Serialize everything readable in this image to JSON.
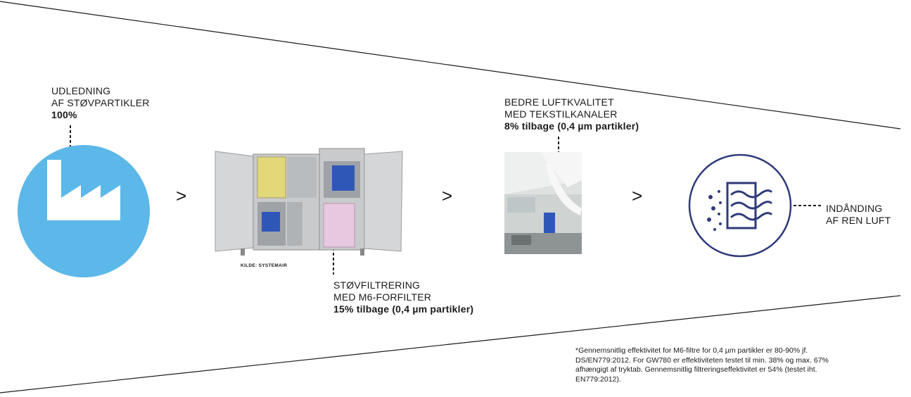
{
  "stages": {
    "emission": {
      "line1": "UDLEDNING",
      "line2": "AF STØVPARTIKLER",
      "value": "100%",
      "icon": "factory-icon"
    },
    "filtration": {
      "line1": "STØVFILTRERING",
      "line2": "MED M6-FORFILTER",
      "value": "15% tilbage (0,4 µm partikler)",
      "source": "KILDE: SYSTEMAIR"
    },
    "air_quality": {
      "line1": "BEDRE LUFTKVALITET",
      "line2": "MED TEKSTILKANALER",
      "value": "8% tilbage (0,4 µm partikler)"
    },
    "inhale": {
      "line1": "INDÅNDING",
      "line2": "AF REN LUFT",
      "icon": "clean-air-icon"
    }
  },
  "arrows": [
    ">",
    ">",
    ">"
  ],
  "footnote": "*Gennemsnitlig effektivitet for M6-filtre for 0,4 µm partikler er 80-90% jf. DS/EN779:2012. For GW780 er effektiviteten testet til min. 38% og max. 67% afhængigt af tryktab. Gennemsnitlig filtreringseffektivitet er 54% (testet iht. EN779:2012).",
  "colors": {
    "factory_circle": "#5bb8e8",
    "inhale_ring": "#2e3a7a",
    "text": "#1a1a1a",
    "pink_filter": "#e8c8e0",
    "yellow_filter": "#e2d87a",
    "blue_fan": "#2f57b8"
  }
}
